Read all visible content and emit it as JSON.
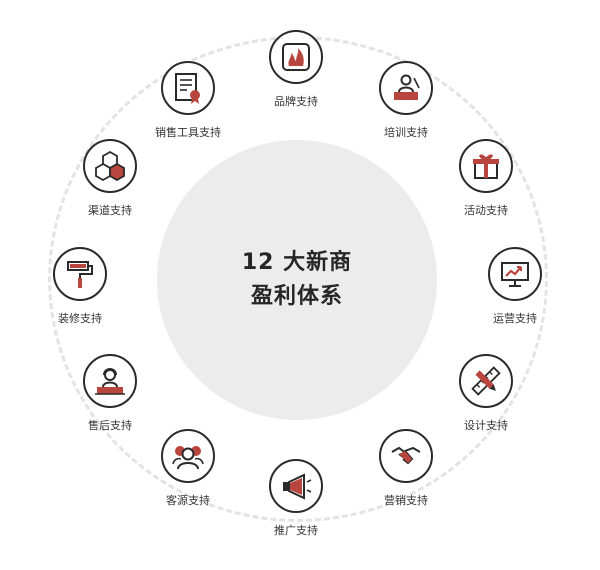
{
  "center": {
    "line1": "12 大新商",
    "line2": "盈利体系"
  },
  "colors": {
    "accent": "#b8463e",
    "stroke": "#2a2a2a",
    "ring": "#e3e3e3",
    "core": "#ececec"
  },
  "nodes": [
    {
      "label": "品牌支持",
      "icon": "brand-flame-icon"
    },
    {
      "label": "培训支持",
      "icon": "training-lecturer-icon"
    },
    {
      "label": "活动支持",
      "icon": "gift-box-icon"
    },
    {
      "label": "运营支持",
      "icon": "monitor-chart-icon"
    },
    {
      "label": "设计支持",
      "icon": "pencil-ruler-icon"
    },
    {
      "label": "营销支持",
      "icon": "handshake-icon"
    },
    {
      "label": "推广支持",
      "icon": "megaphone-icon"
    },
    {
      "label": "客源支持",
      "icon": "customer-group-icon"
    },
    {
      "label": "售后支持",
      "icon": "service-agent-icon"
    },
    {
      "label": "装修支持",
      "icon": "paint-roller-icon"
    },
    {
      "label": "渠道支持",
      "icon": "channel-cubes-icon"
    },
    {
      "label": "销售工具支持",
      "icon": "certificate-icon"
    }
  ]
}
